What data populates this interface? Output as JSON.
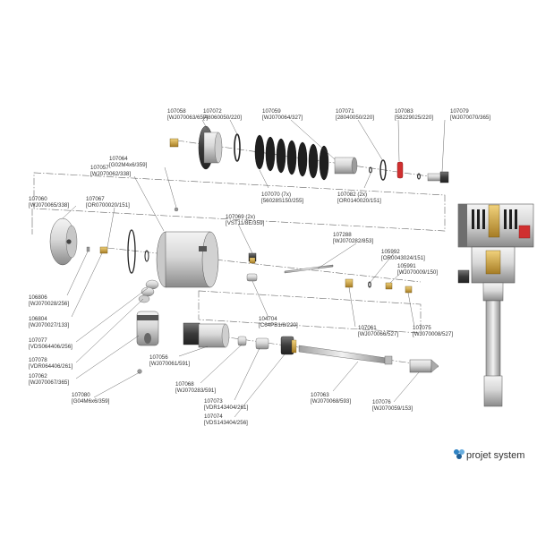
{
  "brand": {
    "name": "projet system"
  },
  "colors": {
    "line": "#555555",
    "metal_light": "#e6e6e6",
    "metal_mid": "#bdbdbd",
    "metal_dark": "#6e6e6e",
    "rubber": "#1e1e1e",
    "brass": "#d4a94a",
    "red": "#d03030",
    "brand_blue": "#2f83c4"
  },
  "labels": [
    {
      "id": "l107058",
      "code": "107058",
      "ref": "[WJ070063/657]"
    },
    {
      "id": "l107072",
      "code": "107072",
      "ref": "[48060050/220]"
    },
    {
      "id": "l107059",
      "code": "107059",
      "ref": "[WJ070064/327]"
    },
    {
      "id": "l107071",
      "code": "107071",
      "ref": "[28040050/220]"
    },
    {
      "id": "l107083",
      "code": "107083",
      "ref": "[58229025/220]"
    },
    {
      "id": "l107079",
      "code": "107079",
      "ref": "[WJ070070/365]"
    },
    {
      "id": "l107064",
      "code": "107064",
      "ref": "[G02M4x6/359]"
    },
    {
      "id": "l107057",
      "code": "107057",
      "ref": "[WJ070062/338]"
    },
    {
      "id": "l107070",
      "code": "107070 (7x)",
      "ref": "[56028S150/255]"
    },
    {
      "id": "l107082",
      "code": "107082 (2x)",
      "ref": "[OR0140020/151]"
    },
    {
      "id": "l107060",
      "code": "107060",
      "ref": "[WJ070065/338]"
    },
    {
      "id": "l107067",
      "code": "107067",
      "ref": "[OR0700020/151]"
    },
    {
      "id": "l107069",
      "code": "107069 (2x)",
      "ref": "[VST11/8E/359]"
    },
    {
      "id": "l107288",
      "code": "107288",
      "ref": "[WJ070282/853]"
    },
    {
      "id": "l105992",
      "code": "105992",
      "ref": "[OR0043024/151]"
    },
    {
      "id": "l105991",
      "code": "105991",
      "ref": "[WJ070009/150]"
    },
    {
      "id": "l106806",
      "code": "106806",
      "ref": "[WJ070028/256]"
    },
    {
      "id": "l106804",
      "code": "106804",
      "ref": "[WJ070027/133]"
    },
    {
      "id": "l104704",
      "code": "104704",
      "ref": "[C64PB1/8/220]"
    },
    {
      "id": "l107061",
      "code": "107061",
      "ref": "[WJ070066/527]"
    },
    {
      "id": "l107075",
      "code": "107075",
      "ref": "[WJ070008/527]"
    },
    {
      "id": "l107077",
      "code": "107077",
      "ref": "[VDS064406/256]"
    },
    {
      "id": "l107056",
      "code": "107056",
      "ref": "[WJ070061/591]"
    },
    {
      "id": "l107078",
      "code": "107078",
      "ref": "[VDR064406/261]"
    },
    {
      "id": "l107062",
      "code": "107062",
      "ref": "[WJ070067/365]"
    },
    {
      "id": "l107068",
      "code": "107068",
      "ref": "[WJ070283/591]"
    },
    {
      "id": "l107080",
      "code": "107080",
      "ref": "[G04M6x6/359]"
    },
    {
      "id": "l107073",
      "code": "107073",
      "ref": "[VDR143404/261]"
    },
    {
      "id": "l107063",
      "code": "107063",
      "ref": "[WJ070068/593]"
    },
    {
      "id": "l107076",
      "code": "107076",
      "ref": "[WJ070059/153]"
    },
    {
      "id": "l107074",
      "code": "107074",
      "ref": "[VDS143404/256]"
    }
  ]
}
